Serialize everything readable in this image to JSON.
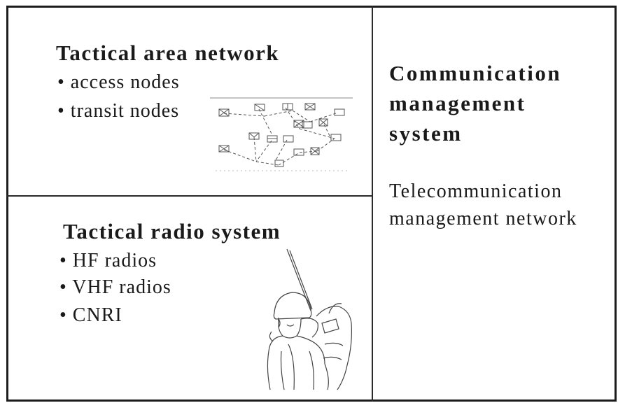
{
  "left_top": {
    "title": "Tactical area network",
    "bullets": [
      "• access nodes",
      "•  transit nodes"
    ]
  },
  "left_bottom": {
    "title": "Tactical radio system",
    "bullets": [
      "• HF radios",
      "• VHF radios",
      "• CNRI"
    ]
  },
  "right": {
    "title": "Communication management system",
    "body": "Telecommunication management network"
  },
  "illustrations": {
    "network": "network-nodes-icon",
    "radio_operator": "soldier-radio-icon"
  }
}
